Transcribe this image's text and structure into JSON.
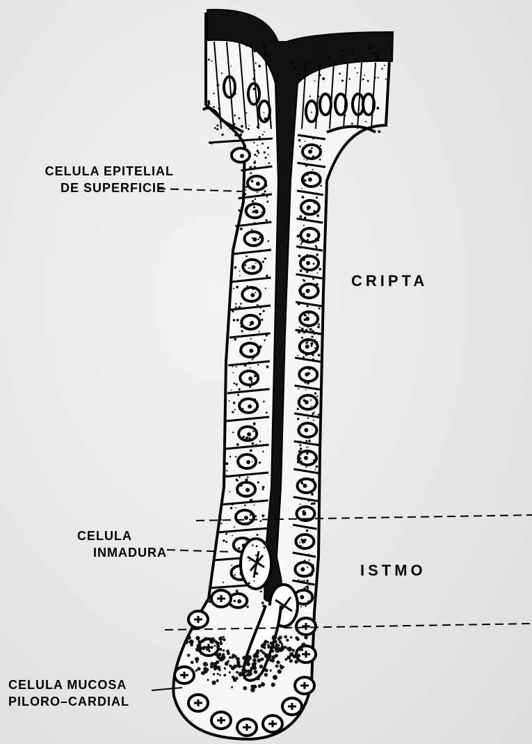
{
  "labels": {
    "surface_cell_line1": "CELULA EPITELIAL",
    "surface_cell_line2": "DE SUPERFICIE",
    "crypt": "CRIPTA",
    "immature_cell_line1": "CELULA",
    "immature_cell_line2": "INMADURA",
    "isthmus": "ISTMO",
    "mucous_cell_line1": "CELULA MUCOSA",
    "mucous_cell_line2": "PILORO–CARDIAL"
  },
  "colors": {
    "ink": "#000000",
    "paper": "#ececec",
    "cytoplasm": "#f7f7f7"
  }
}
